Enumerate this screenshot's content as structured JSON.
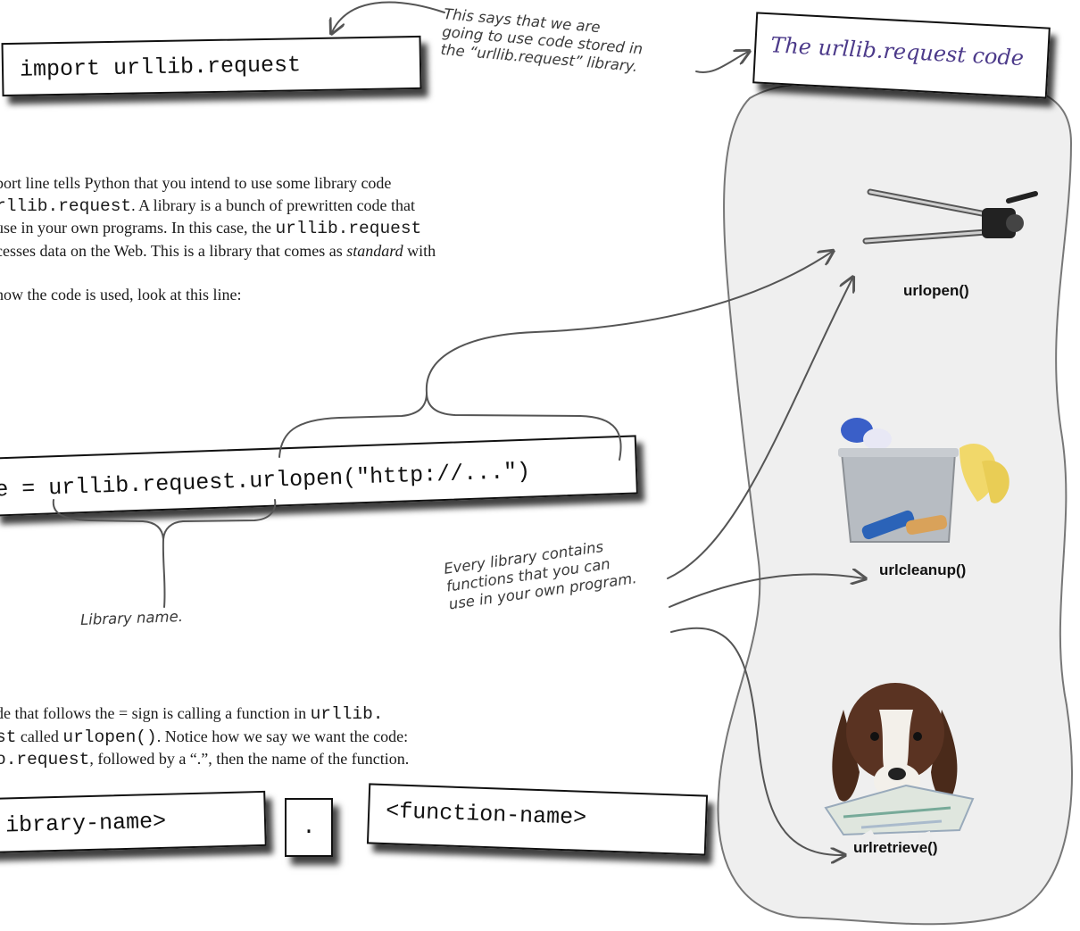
{
  "code": {
    "import_line": "import urllib.request",
    "call_line": "e = urllib.request.urlopen(\"http://...\")",
    "library_name_box": "ibrary-name>",
    "dot_box": ".",
    "function_name_box": "<function-name>"
  },
  "paragraph1": {
    "line1": "port line tells Python that you intend to use some library code",
    "line2_code": "rllib.request",
    "line2_rest": ". A library is a bunch of prewritten code that",
    "line3_text": " use in your own programs. In this case, the ",
    "line3_code": "urllib.request",
    "line4_pre": "cesses data on the Web. This is a library that comes as ",
    "line4_em": "standard",
    "line4_post": " with"
  },
  "paragraph2": {
    "line1": "how the code is used, look at this line:"
  },
  "paragraph3": {
    "line1_text": "de that follows the = sign is calling a function in ",
    "line1_code": "urllib.",
    "line2_code1": "st",
    "line2_text1": " called ",
    "line2_code2": "urlopen()",
    "line2_text2": ". Notice how we say we want the code:",
    "line3_code": "o.request",
    "line3_text": ", followed by a “.”, then the name of the function."
  },
  "annotations": {
    "import_note": [
      "This says that we are",
      "going to use code stored in",
      "the “urllib.request” library."
    ],
    "library_name_note": "Library name.",
    "functions_note": [
      "Every library contains",
      "functions that you can",
      "use in your own program."
    ]
  },
  "library_panel": {
    "title": "The urllib.request code",
    "functions": [
      {
        "label": "urlopen()",
        "icon": "can-opener-icon"
      },
      {
        "label": "urlcleanup()",
        "icon": "cleaning-bucket-icon"
      },
      {
        "label": "urlretrieve()",
        "icon": "dog-with-newspaper-icon"
      }
    ]
  },
  "colors": {
    "panel_fill": "#efefef",
    "title_ink": "#4c3a8a",
    "arrow_ink": "#555555"
  }
}
